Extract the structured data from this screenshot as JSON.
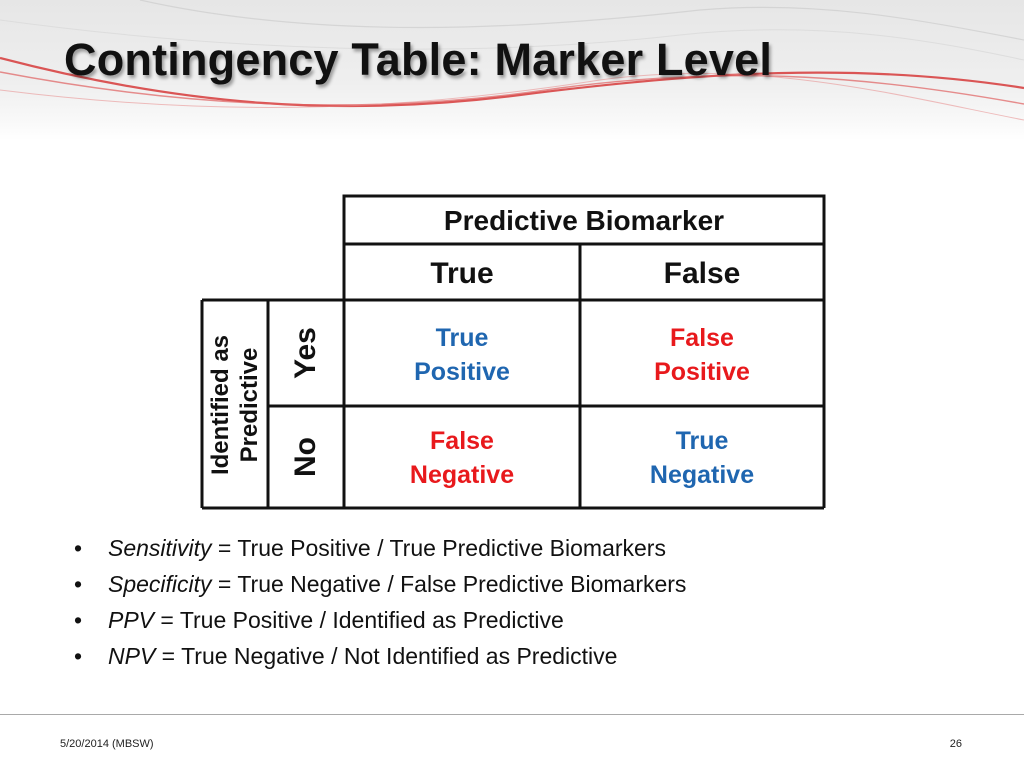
{
  "slide": {
    "title": "Contingency Table: Marker Level"
  },
  "table": {
    "column_group_header": "Predictive Biomarker",
    "column_headers": [
      "True",
      "False"
    ],
    "row_group_header": [
      "Identified as",
      "Predictive"
    ],
    "row_headers": [
      "Yes",
      "No"
    ],
    "cells": [
      [
        {
          "lines": [
            "True",
            "Positive"
          ],
          "color": "#1f66b0"
        },
        {
          "lines": [
            "False",
            "Positive"
          ],
          "color": "#e8191c"
        }
      ],
      [
        {
          "lines": [
            "False",
            "Negative"
          ],
          "color": "#e8191c"
        },
        {
          "lines": [
            "True",
            "Negative"
          ],
          "color": "#1f66b0"
        }
      ]
    ]
  },
  "bullets": [
    {
      "term": "Sensitivity",
      "definition": " = True Positive / True Predictive Biomarkers"
    },
    {
      "term": "Specificity",
      "definition": " = True Negative / False Predictive Biomarkers"
    },
    {
      "term": "PPV",
      "definition": " = True Positive / Identified as Predictive"
    },
    {
      "term": "NPV",
      "definition": " = True Negative / Not Identified as Predictive"
    }
  ],
  "bullet_glyph": "•",
  "footer": {
    "date_label": "5/20/2014 (MBSW)",
    "page_number": "26"
  },
  "colors": {
    "true_outcome": "#1f66b0",
    "false_outcome": "#e8191c",
    "header_wave": "#d63a3a"
  }
}
